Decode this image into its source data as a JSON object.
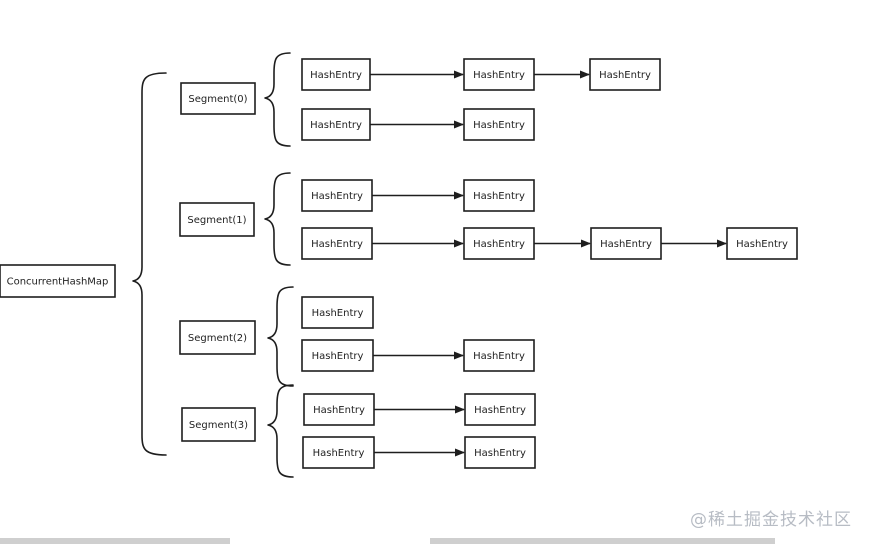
{
  "diagram": {
    "root_label": "ConcurrentHashMap",
    "segments": [
      {
        "label": "Segment(0)",
        "chains": [
          [
            "HashEntry",
            "HashEntry",
            "HashEntry"
          ],
          [
            "HashEntry",
            "HashEntry"
          ]
        ]
      },
      {
        "label": "Segment(1)",
        "chains": [
          [
            "HashEntry",
            "HashEntry"
          ],
          [
            "HashEntry",
            "HashEntry",
            "HashEntry",
            "HashEntry"
          ]
        ]
      },
      {
        "label": "Segment(2)",
        "chains": [
          [
            "HashEntry"
          ],
          [
            "HashEntry",
            "HashEntry"
          ]
        ]
      },
      {
        "label": "Segment(3)",
        "chains": [
          [
            "HashEntry",
            "HashEntry"
          ],
          [
            "HashEntry",
            "HashEntry"
          ]
        ]
      }
    ]
  },
  "watermark": "@稀土掘金技术社区",
  "colors": {
    "stroke": "#1e1e1e",
    "text": "#222222",
    "watermark": "#b7bcc4"
  }
}
